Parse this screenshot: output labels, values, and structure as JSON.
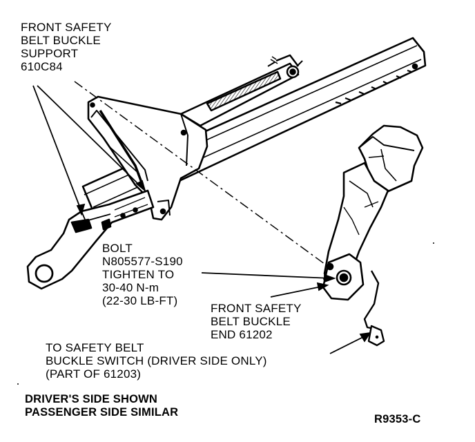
{
  "labels": {
    "support": {
      "line1": "FRONT SAFETY",
      "line2": "BELT BUCKLE",
      "line3": "SUPPORT",
      "line4": "610C84"
    },
    "bolt": {
      "line1": "BOLT",
      "line2": "N805577-S190",
      "line3": "TIGHTEN TO",
      "line4": "30-40 N-m",
      "line5": "(22-30 LB-FT)"
    },
    "buckle_end": {
      "line1": "FRONT SAFETY",
      "line2": "BELT BUCKLE",
      "line3": "END 61202"
    },
    "switch": {
      "line1": "TO SAFETY BELT",
      "line2": "BUCKLE SWITCH (DRIVER SIDE ONLY)",
      "line3": "(PART OF 61203)"
    }
  },
  "footer": {
    "shown_line1": "DRIVER'S SIDE SHOWN",
    "shown_line2": "PASSENGER SIDE SIMILAR",
    "figure_code": "R9353-C"
  },
  "colors": {
    "ink": "#000000",
    "paper": "#ffffff",
    "shade": "#555555"
  }
}
